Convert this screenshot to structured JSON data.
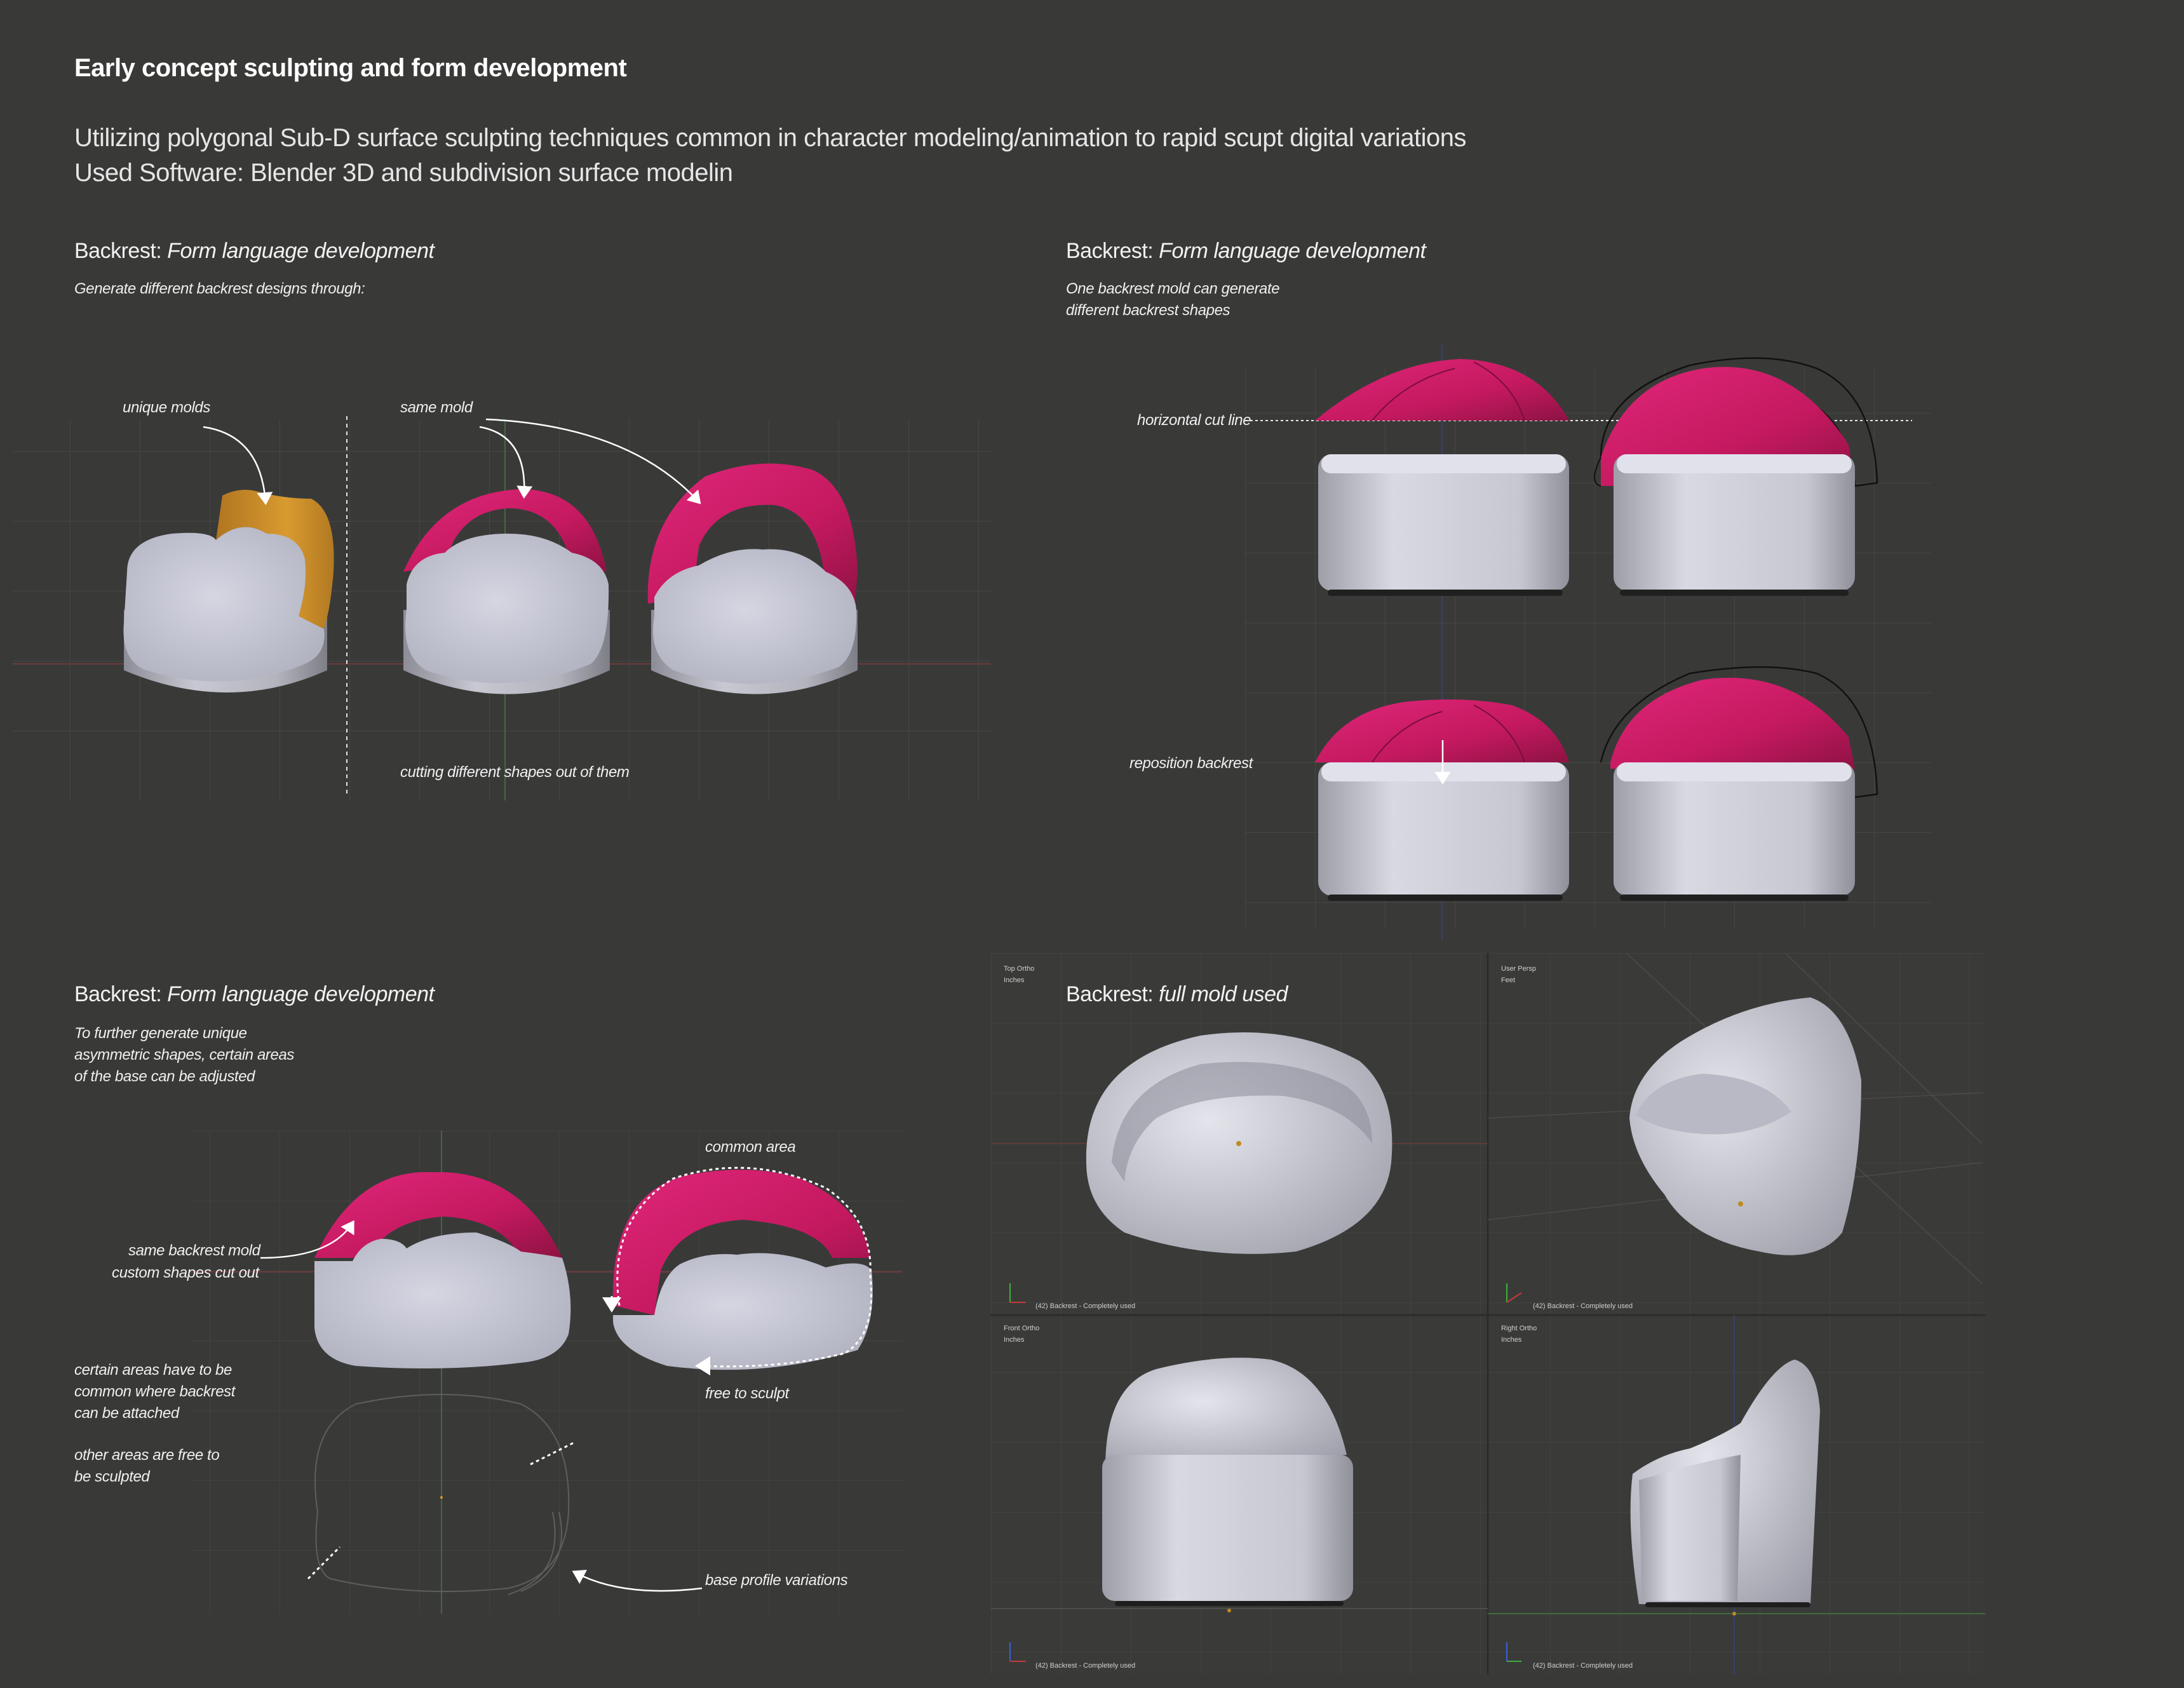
{
  "header": {
    "title": "Early concept sculpting and form development",
    "subtitle_line1": "Utilizing polygonal Sub-D surface sculpting techniques common in character modeling/animation to rapid scupt digital variations",
    "subtitle_line2": "Used Software: Blender 3D and subdivision surface modelin"
  },
  "panel_tl": {
    "heading_prefix": "Backrest: ",
    "heading_italic": "Form language development",
    "note": "Generate different backrest designs through:",
    "label_unique": "unique molds",
    "label_same": "same mold",
    "label_cutting": "cutting different shapes out of them"
  },
  "panel_tr": {
    "heading_prefix": "Backrest: ",
    "heading_italic": "Form language development",
    "note_line1": "One backrest mold can generate",
    "note_line2": "different backrest shapes",
    "label_cut": "horizontal cut line",
    "label_reposition": "reposition backrest"
  },
  "panel_bl": {
    "heading_prefix": "Backrest: ",
    "heading_italic": "Form language development",
    "note_line1": "To further generate unique",
    "note_line2": "asymmetric shapes, certain areas",
    "note_line3": "of the base can be adjusted",
    "label_same_mold_1": "same backrest mold",
    "label_same_mold_2": "custom shapes cut out",
    "label_common": "common area",
    "label_free": "free to sculpt",
    "note2_line1": "certain areas have to be",
    "note2_line2": "common where backrest",
    "note2_line3": "can be attached",
    "note3_line1": "other areas are free to",
    "note3_line2": "be sculpted",
    "label_profile": "base profile variations"
  },
  "panel_br": {
    "heading_prefix": "Backrest: ",
    "heading_italic": "full mold used",
    "viewports": [
      {
        "name": "Top Ortho",
        "unit": "Inches",
        "status": "(42) Backrest - Completely used"
      },
      {
        "name": "User Persp",
        "unit": "Feet",
        "status": "(42) Backrest - Completely used"
      },
      {
        "name": "Front Ortho",
        "unit": "Inches",
        "status": "(42) Backrest - Completely used"
      },
      {
        "name": "Right Ortho",
        "unit": "Inches",
        "status": "(42) Backrest - Completely used"
      }
    ]
  },
  "colors": {
    "background": "#393a38",
    "magenta": "#c4195f",
    "magenta_dark": "#8e1243",
    "orange": "#c98a25",
    "seat_light": "#c8c9d6",
    "base_grey": "#9c9da6"
  }
}
